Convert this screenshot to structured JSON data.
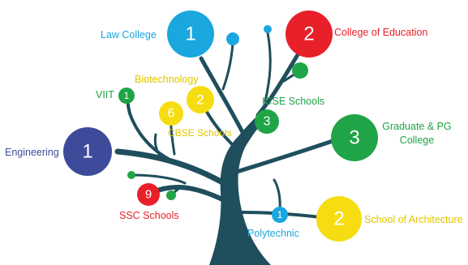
{
  "colors": {
    "trunk": "#1f4e5c",
    "blue": "#1aa6df",
    "red": "#e8202a",
    "green": "#1fa447",
    "yellow": "#f5dd12",
    "navy": "#3d4b9a"
  },
  "nodes": {
    "law": {
      "number": "1",
      "label": "Law  College"
    },
    "education": {
      "number": "2",
      "label": "College of Education"
    },
    "biotech": {
      "number": "2",
      "label": "Biotechnology"
    },
    "viit": {
      "number": "1",
      "label": "VIIT"
    },
    "cbse": {
      "number": "6",
      "label": "CBSE Schools"
    },
    "icse": {
      "number": "3",
      "label": "ICSE Schools"
    },
    "graduate": {
      "number": "3",
      "label_line1": "Graduate & PG",
      "label_line2": "College"
    },
    "engineering": {
      "number": "1",
      "label": "Engineering"
    },
    "ssc": {
      "number": "9",
      "label": "SSC Schools"
    },
    "polytechnic": {
      "number": "1",
      "label": "Polytechnic"
    },
    "architecture": {
      "number": "2",
      "label": "School of Architecture"
    }
  }
}
